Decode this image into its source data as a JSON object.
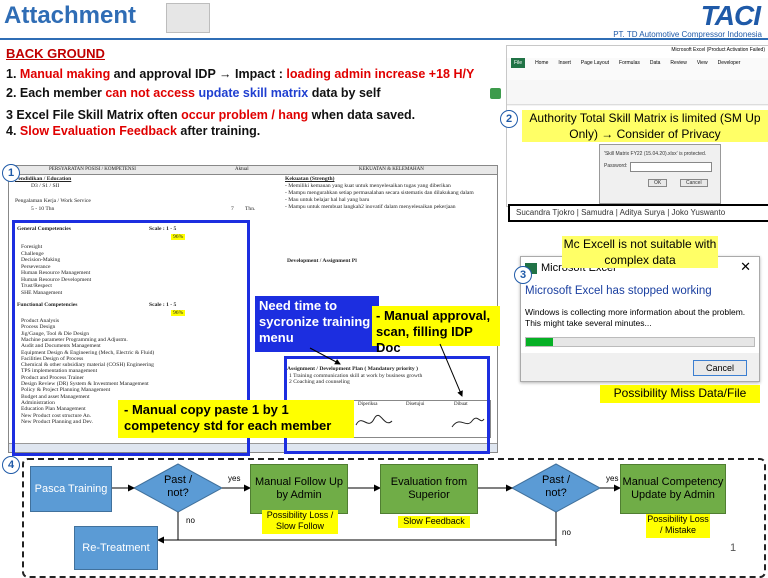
{
  "header": {
    "title": "Attachment",
    "logo": "TACI",
    "company": "PT. TD Automotive Compressor Indonesia"
  },
  "background": {
    "heading": "BACK GROUND",
    "points": [
      {
        "a": "1. ",
        "b": "Manual making",
        "c": " and approval IDP → Impact : ",
        "d": "loading admin increase +18 H/Y"
      },
      {
        "a": "2. Each member ",
        "b": "can not access",
        "c": " update skill matrix",
        "d": " data by self"
      },
      {
        "a": "3 Excel File Skill Matrix often ",
        "b": "occur problem / hang",
        "c": " when data saved.",
        "d": ""
      },
      {
        "a": "4. ",
        "b": "Slow Evaluation Feedback",
        "c": " after training.",
        "d": ""
      }
    ]
  },
  "excel": {
    "tabs": [
      "File",
      "Home",
      "Insert",
      "Page Layout",
      "Formulas",
      "Data",
      "Review",
      "View",
      "Developer"
    ],
    "window_title": "Microsoft Excel (Product Activation Failed)",
    "dialog_text": "'Skill Matrix FY22 (15.04.20).xlsx' is protected.",
    "dialog_label": "Password:",
    "ok": "OK",
    "cancel": "Cancel"
  },
  "callouts": {
    "authority": "Authority Total Skill Matrix is limited (SM Up Only) → Consider of Privacy",
    "mc_excel": "Mc Excell is not suitable with complex data",
    "possibility_miss": "Possibility Miss Data/File",
    "need_time": "Need time to sycronize training menu",
    "manual_approval": "- Manual approval, scan, filling IDP Doc",
    "manual_copy": "- Manual copy paste 1 by 1 competency std for each member"
  },
  "names_bar": "Sucandra Tjokro  |  Samudra  |  Aditya Surya  |  Joko Yuswanto",
  "error_dialog": {
    "app": "Microsoft Excel",
    "title": "Microsoft Excel has stopped working",
    "body": "Windows is collecting more information about the problem. This might take several minutes...",
    "cancel": "Cancel",
    "progress": 0.12
  },
  "doc": {
    "col1": "PERSYARATAN POSISI / KOMPETENSI",
    "col2": "Aktual",
    "col3": "KEKUATAN & KELEMAHAN",
    "s1": "Pendidikan / Education",
    "s1v": "D3 / S1 / SII",
    "s2": "Pengalaman Kerja / Work Service",
    "s2v": "5 - 10 Thn",
    "s2a": "7",
    "s2b": "Thn.",
    "s3": "General Competencies",
    "scale": "Scale : 1 - 5",
    "pct": "96%",
    "s4": "Functional Competencies",
    "kekuatan": "Kekuatan (Strength)",
    "kk": [
      "- Memiliki kemauan yang kuat untuk menyelesaikan tugas yang diberikan",
      "- Mampu mengurahkan setiap permasalahan secara sistematis dan dilakukang dalam",
      "- Mau untuk belajar hal hal yang baru",
      "- Mampu untuk membuat langkah2 inovatif dalam menyelesaikan pekerjaan"
    ],
    "dev": "Development / Assignment Pl",
    "assign": "Assignment / Development Plan ( Mandatory priority )",
    "assign_items": [
      "1   Training communication skill at work by business growth",
      "2   Coaching and counseling"
    ],
    "gen": [
      "Foresight",
      "Challenge",
      "Decision-Making",
      "Perseverance",
      "Human Resource Management",
      "Human Resource Development",
      "Trust/Respect",
      "SHE Management"
    ],
    "func": [
      "Product Analysis",
      "Process Design",
      "Jig/Gauge, Tool & Die Design",
      "Machine parameter Programming and Adjustm.",
      "Audit and Documents Management",
      "Equipment Design & Engineering (Mech, Electric & Fluid)",
      "Facilities Design of Process",
      "Chemical & other subsidiary material (COSH) Engineering",
      "TPS implementation management",
      "Product and Process Trainer",
      "Design Review (DR) System & Investment Management",
      "Policy & Project Planning Management",
      "Budget and asset Management",
      "Administration",
      "Education Plan Management",
      "New Product cost structure An.",
      "New Product Planning and Dev."
    ],
    "sign": [
      "Diperiksa",
      "Disetujui",
      "Dibuat"
    ]
  },
  "flow": {
    "pasca": "Pasca Training",
    "past1": "Past / not?",
    "manual_follow": "Manual Follow Up by Admin",
    "loss1": "Possibility Loss / Slow Follow",
    "evaluation": "Evaluation from Superior",
    "slow": "Slow Feedback",
    "past2": "Past / not?",
    "manual_comp": "Manual Competency Update by Admin",
    "loss2": "Possibility Loss / Mistake",
    "retreat": "Re-Treatment",
    "yes": "yes",
    "no": "no"
  },
  "page_number": "1",
  "markers": [
    "1",
    "2",
    "3",
    "4"
  ]
}
